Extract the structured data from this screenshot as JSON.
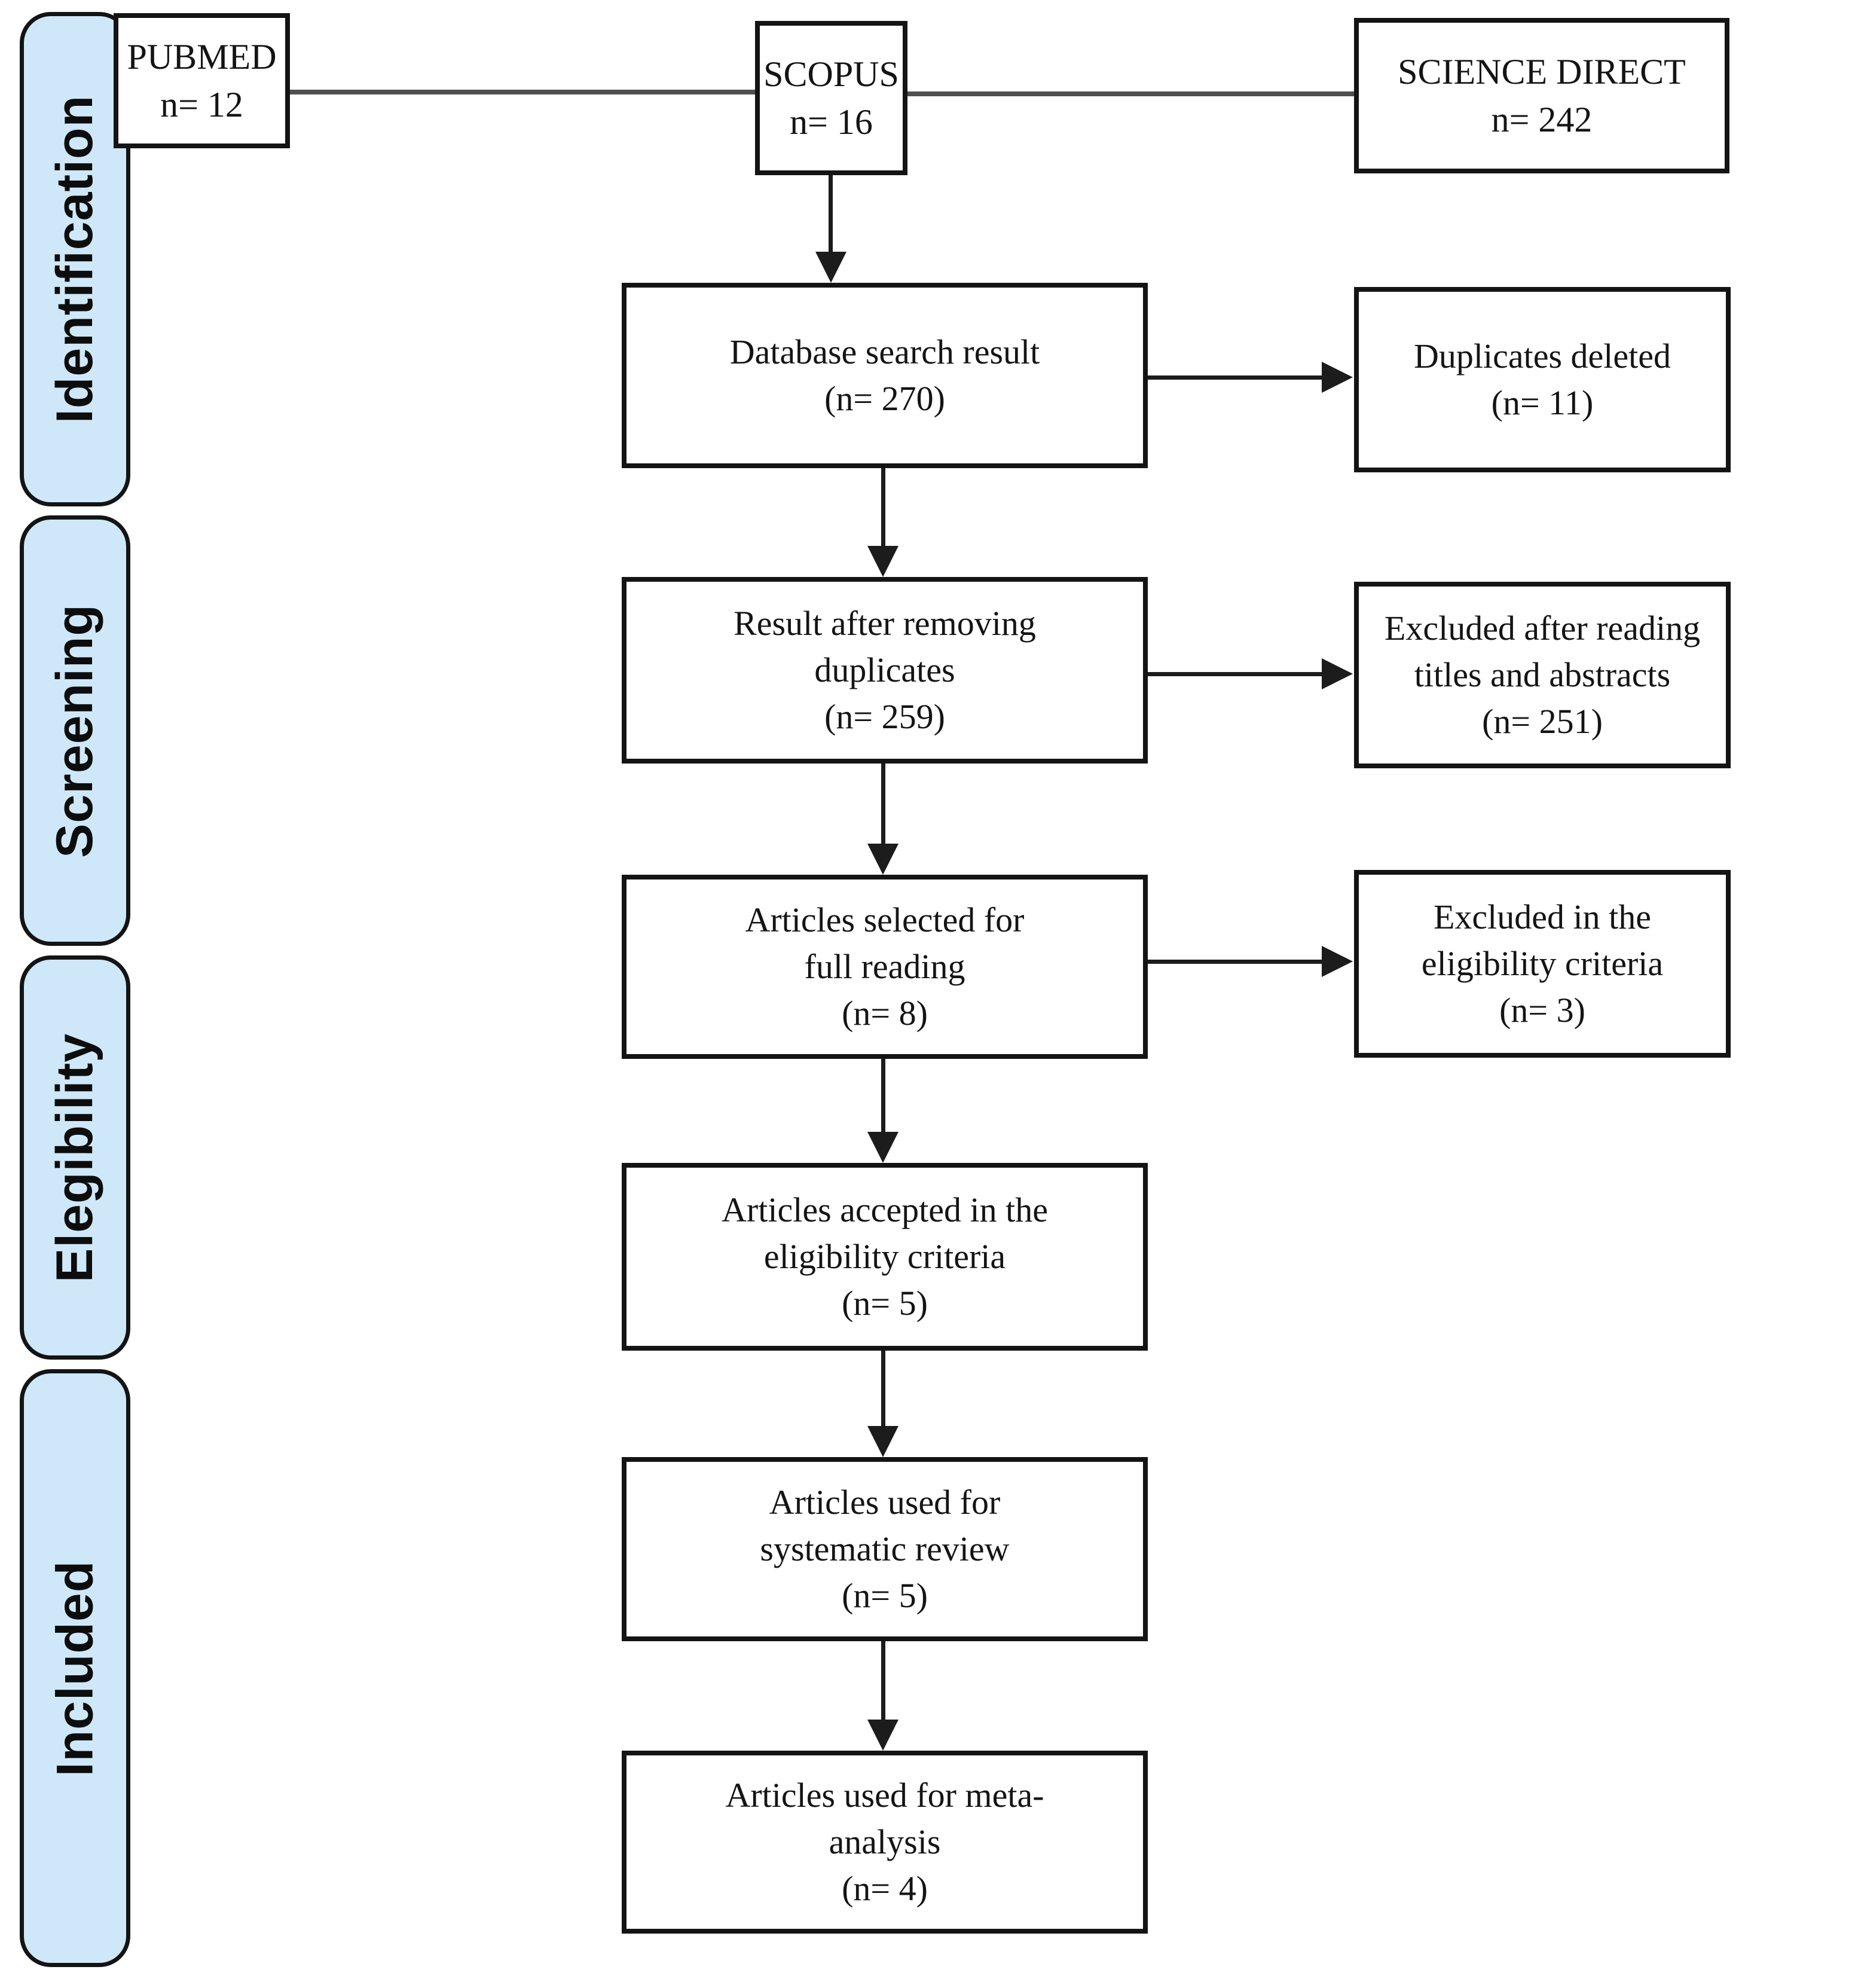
{
  "sidebar": {
    "stages": [
      "Identification",
      "Screening",
      "Elegibility",
      "Included"
    ]
  },
  "sources": {
    "pubmed": {
      "name": "PUBMED",
      "count": "n= 12"
    },
    "scopus": {
      "name": "SCOPUS",
      "count": "n= 16"
    },
    "science_direct": {
      "name": "SCIENCE DIRECT",
      "count": "n= 242"
    }
  },
  "flow": {
    "db_result": {
      "line1": "Database search result",
      "count": "(n= 270)"
    },
    "result_after": {
      "line1": "Result after removing",
      "line2": "duplicates",
      "count": "(n= 259)"
    },
    "selected_full": {
      "line1": "Articles selected for",
      "line2": "full reading",
      "count": "(n= 8)"
    },
    "accepted_elig": {
      "line1": "Articles accepted in the",
      "line2": "eligibility criteria",
      "count": "(n= 5)"
    },
    "systematic": {
      "line1": "Articles used for",
      "line2": "systematic review",
      "count": "(n= 5)"
    },
    "meta": {
      "line1": "Articles used for meta-",
      "line2": "analysis",
      "count": "(n= 4)"
    }
  },
  "exclusions": {
    "duplicates": {
      "line1": "Duplicates deleted",
      "count": "(n= 11)"
    },
    "titles_abstracts": {
      "line1": "Excluded after reading",
      "line2": "titles and abstracts",
      "count": "(n= 251)"
    },
    "eligibility": {
      "line1": "Excluded in the",
      "line2": "eligibility criteria",
      "count": "(n= 3)"
    }
  },
  "colors": {
    "sidebar_fill": "#cee8f9",
    "box_border": "#141414",
    "line_dark": "#1c1c1c",
    "line_gray": "#4f4f4f",
    "text": "#141414"
  }
}
